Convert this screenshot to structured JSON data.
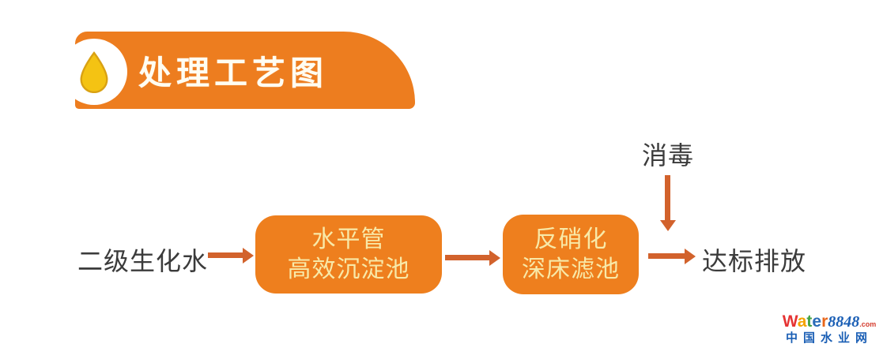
{
  "header": {
    "title": "处理工艺图"
  },
  "flow": {
    "input_label": "二级生化水",
    "box1_line1": "水平管",
    "box1_line2": "高效沉淀池",
    "box2_line1": "反硝化",
    "box2_line2": "深床滤池",
    "disinfection_label": "消毒",
    "output_label": "达标排放"
  },
  "watermark": {
    "brand_letters": [
      "W",
      "a",
      "t",
      "e",
      "r"
    ],
    "brand_number": "8848",
    "brand_tld": ".com",
    "subtitle": "中国水业网"
  },
  "colors": {
    "banner-orange": "#ED7D1F",
    "box-orange": "#EE7F1E",
    "arrow-orange": "#D2622C",
    "box-text": "#F8E9A8",
    "dark-text": "#3B3B3B",
    "drop-yellow": "#F4C313",
    "drop-edge": "#D9A113",
    "wm-blue": "#1B5FB5",
    "wm0": "#E53333",
    "wm1": "#F5A300",
    "wm2": "#44A244",
    "wm3": "#2B6CB8",
    "wm4": "#E8661A",
    "wm-tld": "#D43C2E"
  }
}
